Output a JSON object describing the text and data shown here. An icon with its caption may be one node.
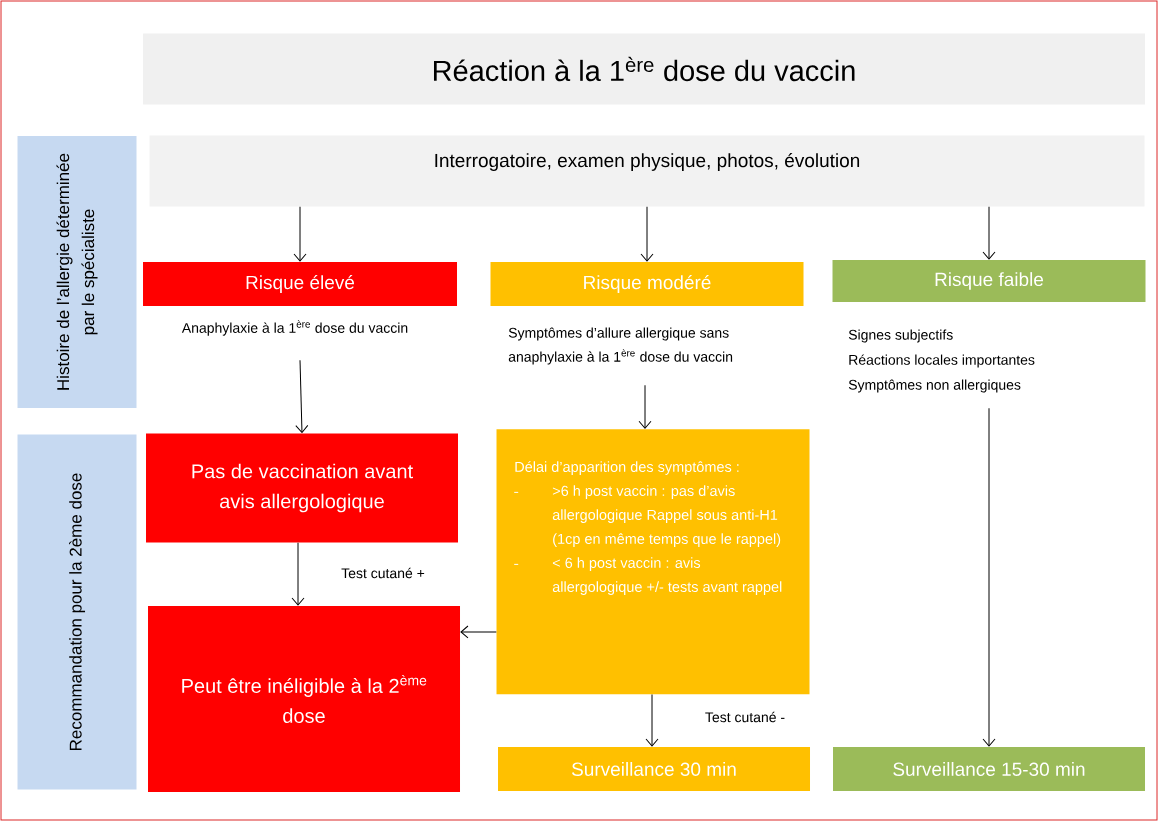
{
  "diagram": {
    "title": "Réaction à la 1$^{ère}$ dose du vaccin",
    "nodes": [
      {
        "text": [
          "Histoire de l’allergie déterminée par le spécialiste"
        ]
      },
      {
        "text": [
          "Recommandation pour la 2ème dose"
        ]
      },
      {
        "text": [
          "Interrogatoire, examen physique, photos, évolution"
        ]
      },
      {
        "text": [
          "Risque élevé"
        ],
        "beside": [
          "Anaphylaxie à la 1$^{ère}$ dose du vaccin"
        ]
      },
      {
        "text": [
          "Risque modéré"
        ],
        "beside": [
          "Symptômes d’allure allergique sans anaphylaxie à la 1$^{ère}$ dose du vaccin"
        ]
      },
      {
        "text": [
          "Risque faible"
        ],
        "beside": [
          "Signes subjectifs",
          "Réactions locales importantes",
          "Symptômes non allergiques"
        ]
      },
      {
        "text": [
          "Pas de vaccination avant avis allergologique"
        ]
      },
      {
        "text": [
          "Délai d’apparition des symptômes :",
          ">6 h post vaccin : pas d’avis allergologique Rappel sous anti-H1 (1cp en même temps que le rappel)",
          "< 6 h post vaccin : avis allergologique +/- tests avant rappel"
        ]
      },
      {
        "text": [
          "Peut être inéligible à la 2$^{ème}$ dose"
        ]
      },
      {
        "text": [
          "Surveillance 30 min"
        ]
      },
      {
        "text": [
          "Surveillance 15-30 min"
        ]
      }
    ],
    "edges": [
      {
        "from": 2,
        "to": 3,
        "arrow": "to"
      },
      {
        "from": 2,
        "to": 4,
        "arrow": "to"
      },
      {
        "from": 2,
        "to": 5,
        "arrow": "to"
      },
      {
        "from": 3,
        "to": 6,
        "arrow": "to"
      },
      {
        "from": 4,
        "to": 7,
        "arrow": "to"
      },
      {
        "from": 5,
        "to": 10,
        "arrow": "to"
      },
      {
        "from": 6,
        "to": 8,
        "arrow": "to",
        "label": "Test cutané +"
      },
      {
        "from": 7,
        "to": 8,
        "arrow": "to"
      },
      {
        "from": 7,
        "to": 9,
        "arrow": "to",
        "label": "Test cutané -"
      }
    ]
  }
}
